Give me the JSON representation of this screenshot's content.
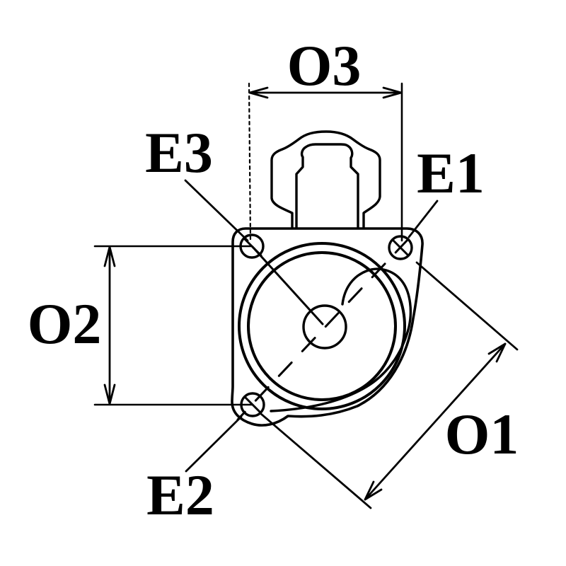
{
  "drawing": {
    "background_color": "#ffffff",
    "line_color": "#000000",
    "labels": {
      "o1": "O1",
      "o2": "O2",
      "o3": "O3",
      "e1": "E1",
      "e2": "E2",
      "e3": "E3"
    }
  }
}
